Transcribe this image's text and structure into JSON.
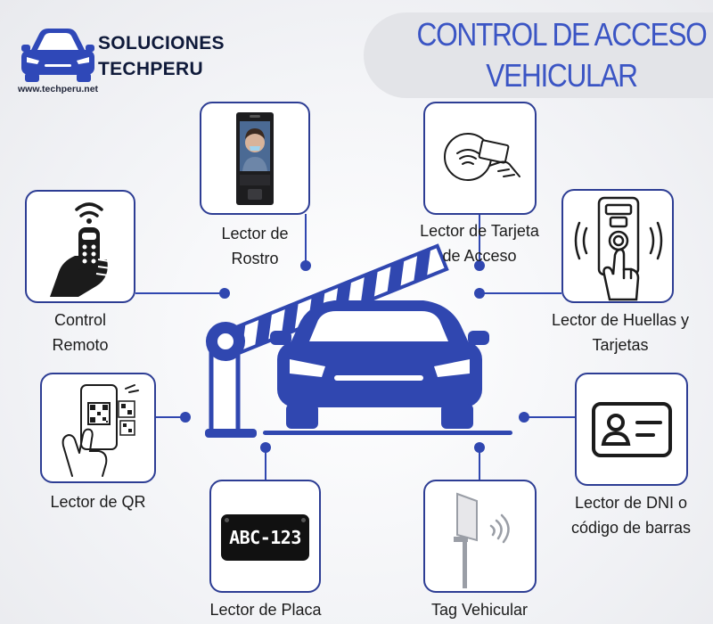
{
  "brand": {
    "name_line1": "SOLUCIONES",
    "name_line2": "TECHPERU",
    "url": "www.techperu.net",
    "logo_icon": "car-front-icon"
  },
  "title": {
    "line1": "CONTROL DE ACCESO",
    "line2": "VEHICULAR"
  },
  "devices": {
    "remote": {
      "line1": "Control",
      "line2": "Remoto",
      "icon": "remote-control-icon"
    },
    "face": {
      "line1": "Lector de",
      "line2": "Rostro",
      "icon": "face-reader-icon"
    },
    "card": {
      "line1": "Lector de Tarjeta",
      "line2": "de Acceso",
      "icon": "card-reader-icon"
    },
    "fingerprint": {
      "line1": "Lector de Huellas y",
      "line2": "Tarjetas",
      "icon": "fingerprint-reader-icon"
    },
    "qr": {
      "line1": "Lector de QR",
      "icon": "qr-reader-icon"
    },
    "dni": {
      "line1": "Lector de DNI o",
      "line2": "código de barras",
      "icon": "id-card-icon"
    },
    "plate": {
      "line1": "Lector de Placa",
      "plate_text": "ABC-123",
      "icon": "license-plate-icon"
    },
    "tag": {
      "line1": "Tag Vehicular",
      "icon": "rfid-antenna-icon"
    }
  },
  "center_icon": "barrier-gate-car-icon",
  "colors": {
    "primary": "#3047b0",
    "border": "#2d3d94",
    "title": "#3b55c4"
  }
}
